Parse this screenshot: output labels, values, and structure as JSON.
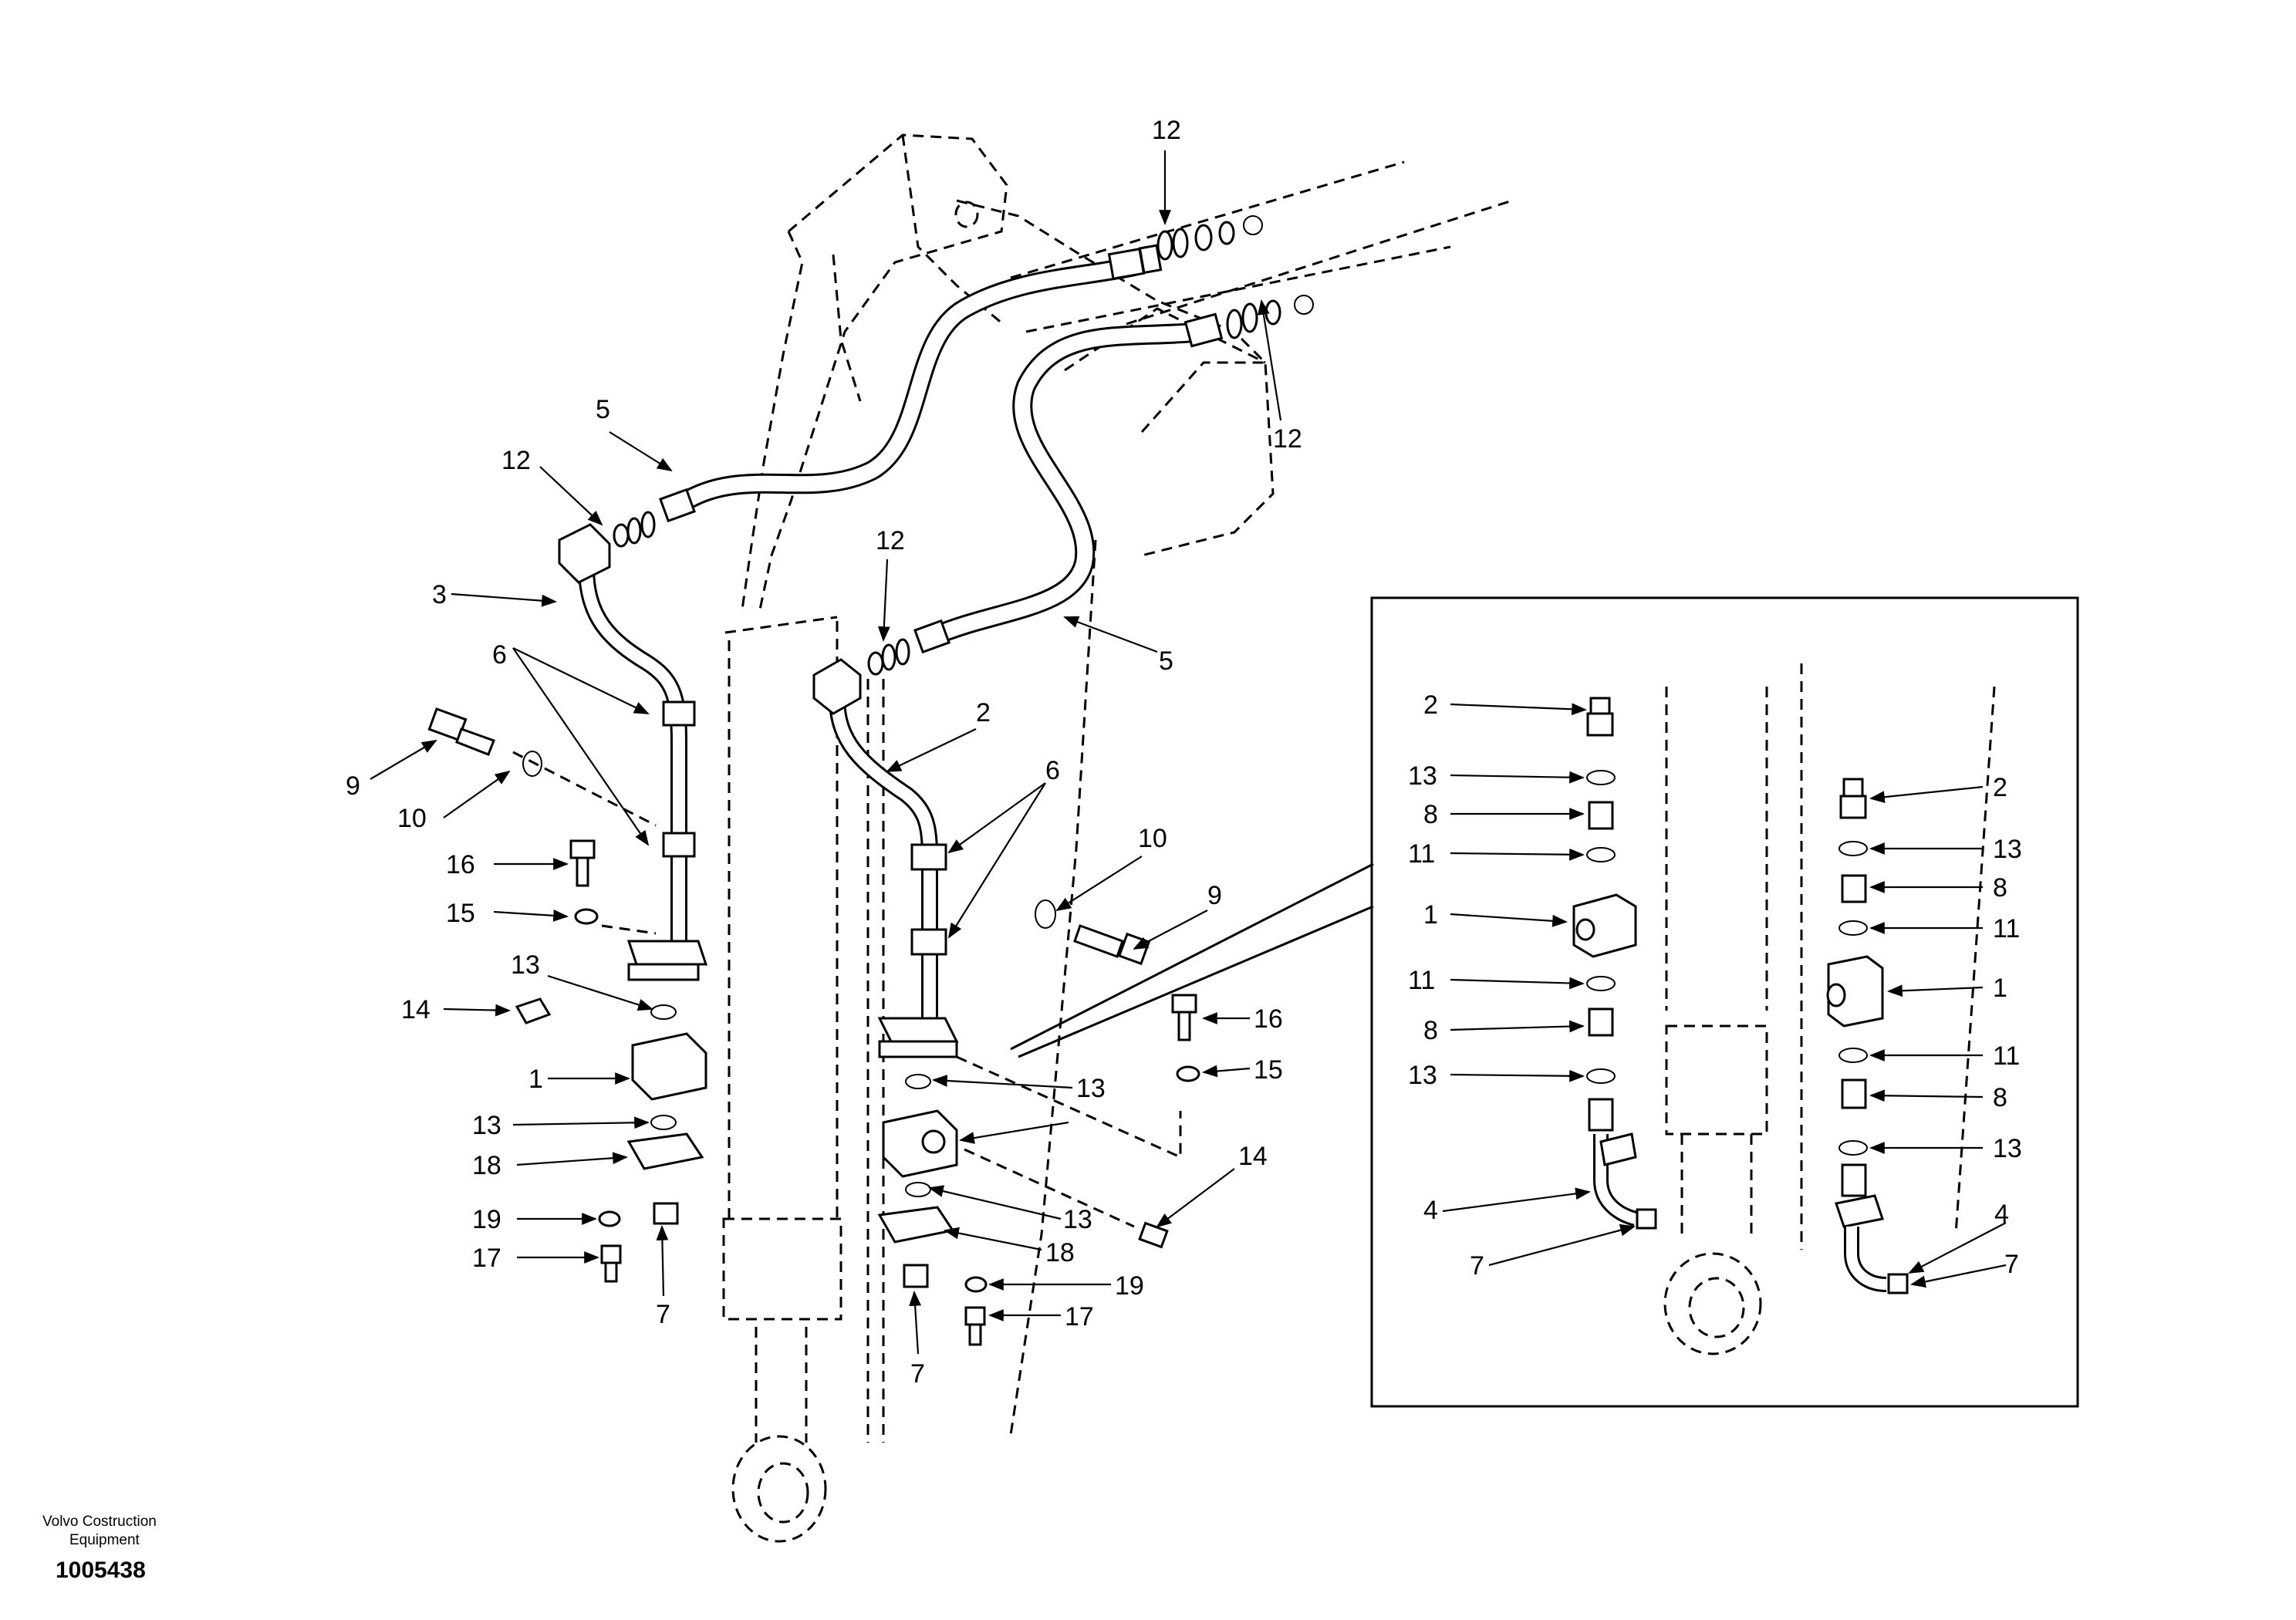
{
  "publisher": {
    "line1": "Volvo Costruction",
    "line2": "Equipment",
    "illustration_no": "1005438"
  },
  "labels": {
    "c1": "1",
    "c2": "2",
    "c3": "3",
    "c5a": "5",
    "c5b": "5",
    "c6a": "6",
    "c6b": "6",
    "c7a": "7",
    "c7b": "7",
    "c9a": "9",
    "c9b": "9",
    "c10a": "10",
    "c10b": "10",
    "c12a": "12",
    "c12b": "12",
    "c12c": "12",
    "c12d": "12",
    "c13a": "13",
    "c13b": "13",
    "c13c": "13",
    "c13d": "13",
    "c14a": "14",
    "c14b": "14",
    "c15a": "15",
    "c15b": "15",
    "c16a": "16",
    "c16b": "16",
    "c17a": "17",
    "c17b": "17",
    "c18a": "18",
    "c18b": "18",
    "c19a": "19",
    "c19b": "19"
  },
  "inset": {
    "left": {
      "p2": "2",
      "p13a": "13",
      "p8a": "8",
      "p11a": "11",
      "p1": "1",
      "p11b": "11",
      "p8b": "8",
      "p13b": "13",
      "p4": "4",
      "p7": "7"
    },
    "right": {
      "p2": "2",
      "p13a": "13",
      "p8a": "8",
      "p11a": "11",
      "p1": "1",
      "p11b": "11",
      "p8b": "8",
      "p13b": "13",
      "p4": "4",
      "p7": "7"
    }
  }
}
